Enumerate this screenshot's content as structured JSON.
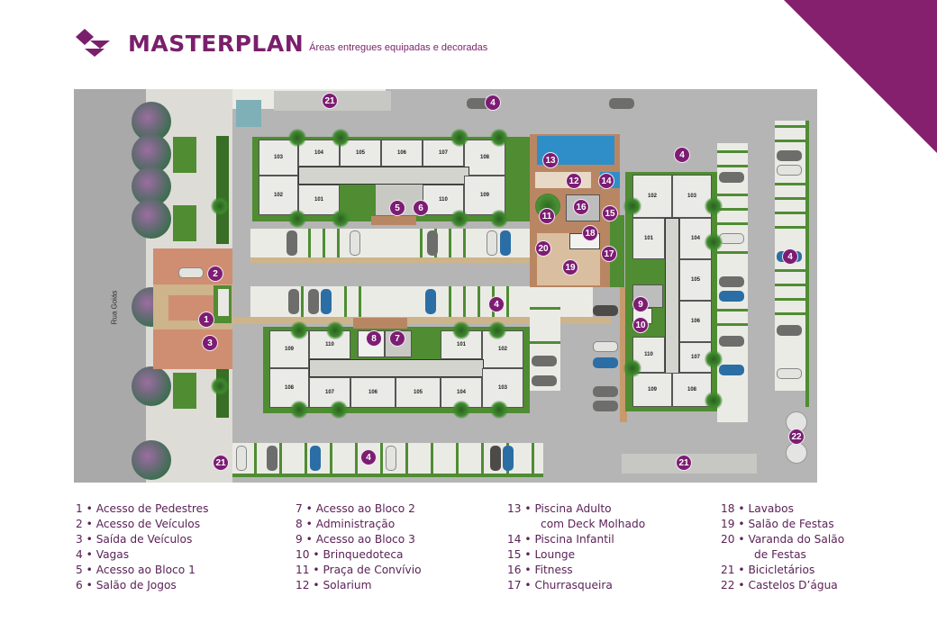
{
  "header": {
    "title": "MASTERPLAN",
    "subtitle": "Áreas entregues equipadas e decoradas",
    "logo_icon": "diamond-triangle-logo-icon",
    "brand_color": "#7a1f6b",
    "corner_color": "#85206f"
  },
  "plan": {
    "street_name": "Rua Goiás",
    "block1": {
      "top_units": [
        "103",
        "104",
        "105",
        "106",
        "107",
        "108"
      ],
      "bottom_units": [
        "102",
        "101",
        "110",
        "109"
      ]
    },
    "block2": {
      "top_units": [
        "109",
        "110",
        "101",
        "102"
      ],
      "bottom_units": [
        "108",
        "107",
        "106",
        "105",
        "104",
        "103"
      ]
    },
    "block3": {
      "units": [
        "102",
        "103",
        "101",
        "104",
        "105",
        "106",
        "110",
        "107",
        "109",
        "108"
      ]
    },
    "markers": {
      "m1": "1",
      "m2": "2",
      "m3": "3",
      "m4a": "4",
      "m4b": "4",
      "m4c": "4",
      "m4d": "4",
      "m4e": "4",
      "m5": "5",
      "m6": "6",
      "m7": "7",
      "m8": "8",
      "m9": "9",
      "m10": "10",
      "m11": "11",
      "m12": "12",
      "m13": "13",
      "m14": "14",
      "m15": "15",
      "m16": "16",
      "m17": "17",
      "m18": "18",
      "m19": "19",
      "m20": "20",
      "m21a": "21",
      "m21b": "21",
      "m21c": "21",
      "m22": "22"
    },
    "marker_color": "#7c1d73"
  },
  "legend": {
    "col1": [
      "1 • Acesso de Pedestres",
      "2 • Acesso de Veículos",
      "3 • Saída de Veículos",
      "4 • Vagas",
      "5 • Acesso ao Bloco 1",
      "6 • Salão de Jogos"
    ],
    "col2": [
      "7 • Acesso ao Bloco 2",
      "8 • Administração",
      "9 • Acesso ao Bloco 3",
      "10 • Brinquedoteca",
      "11 • Praça de Convívio",
      "12 • Solarium"
    ],
    "col3": [
      "13 • Piscina Adulto",
      "com Deck Molhado",
      "14 • Piscina Infantil",
      "15 • Lounge",
      "16 • Fitness",
      "17 • Churrasqueira"
    ],
    "col4": [
      "18 • Lavabos",
      "19 • Salão de Festas",
      "20 • Varanda do Salão",
      "de Festas",
      "21 • Bicicletários",
      "22 • Castelos D’água"
    ]
  }
}
